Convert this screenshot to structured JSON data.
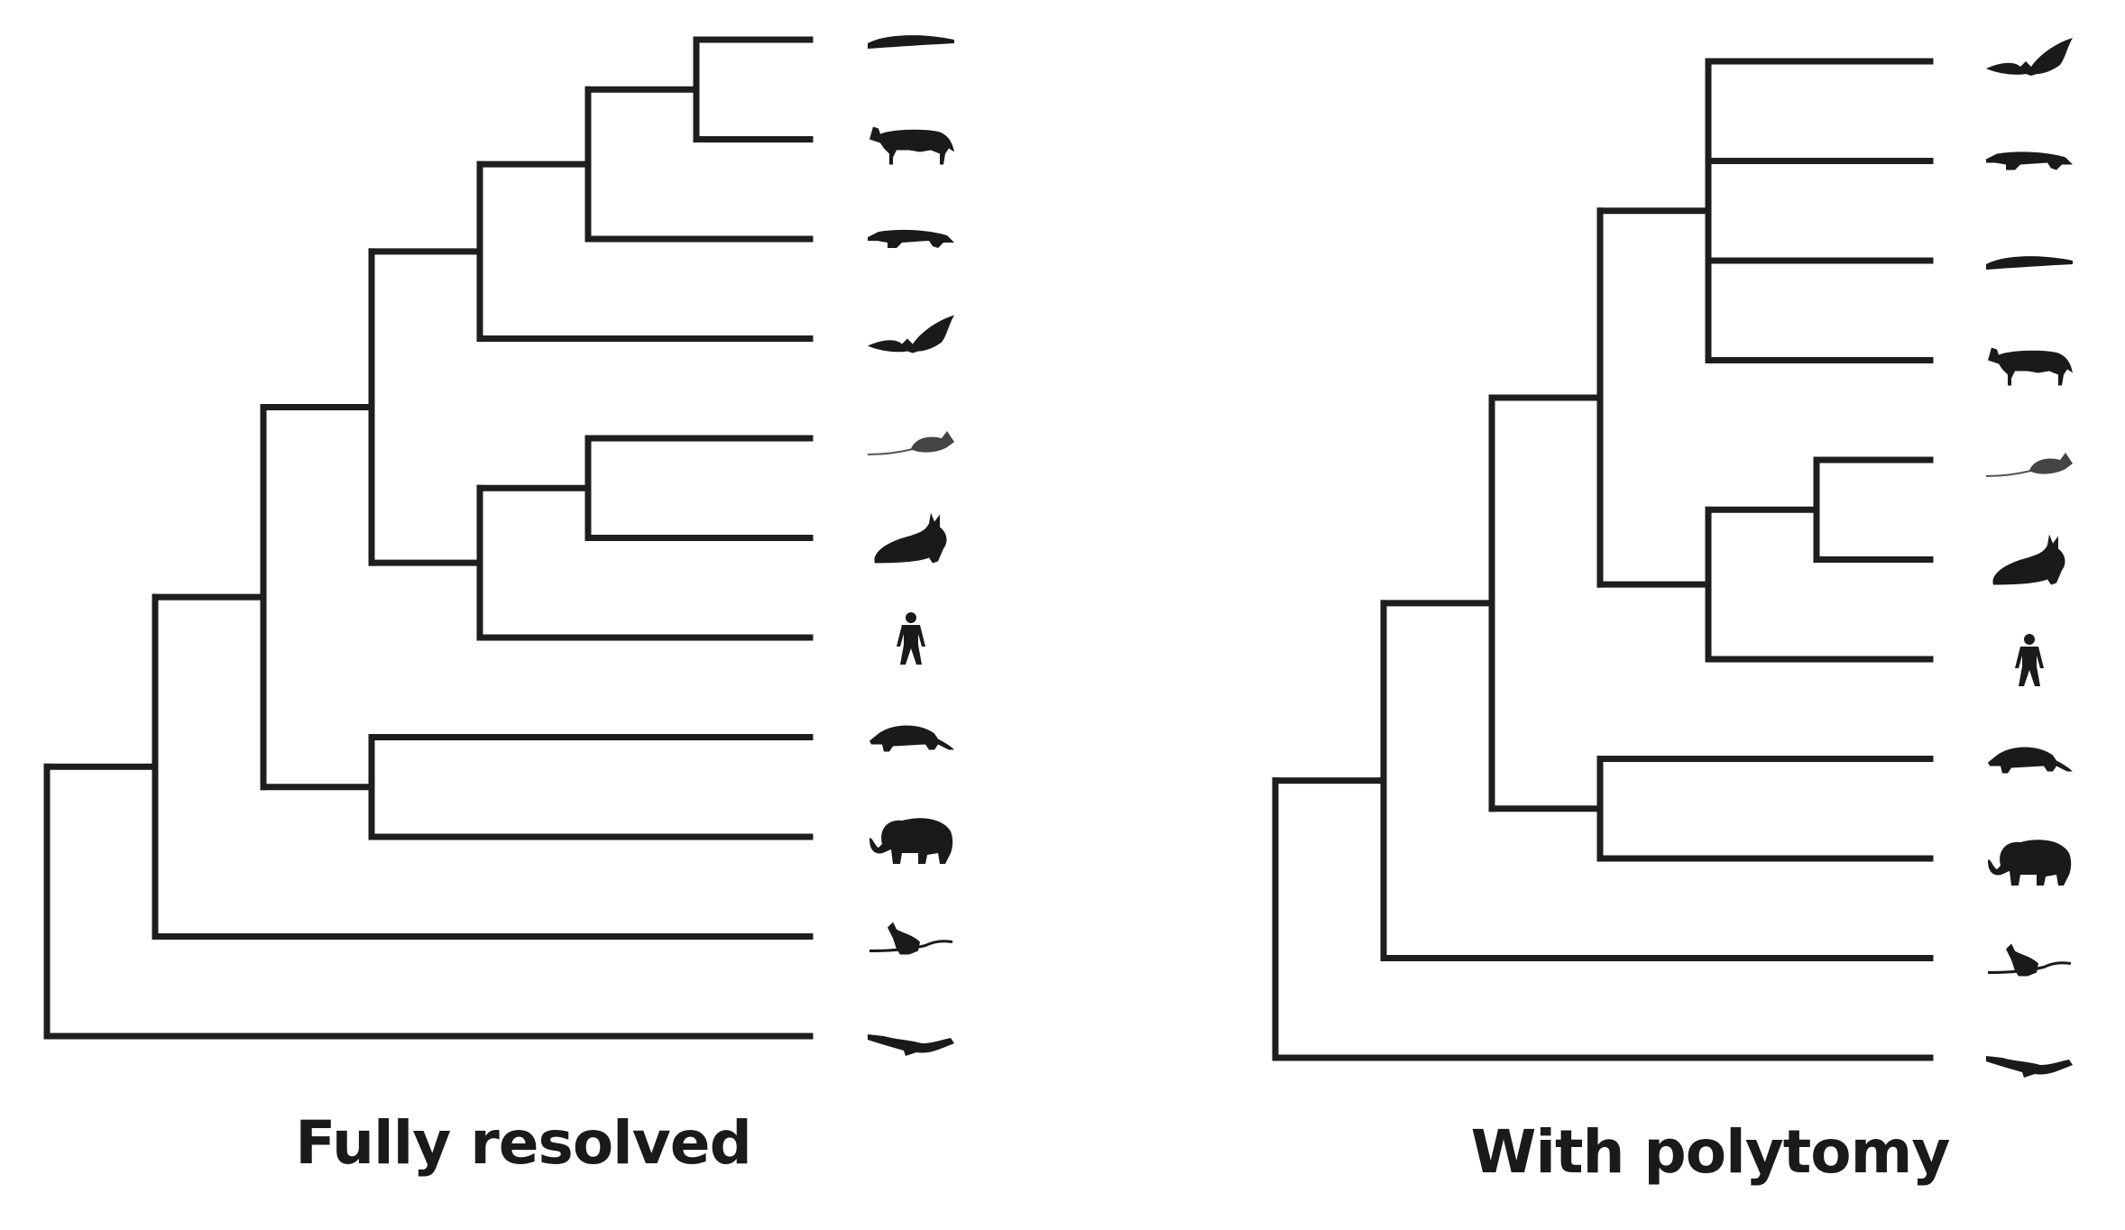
{
  "colors": {
    "branch": "#1e1e1e",
    "silhouette": "#1a1a1a",
    "background": "#ffffff"
  },
  "trees": [
    {
      "caption": "Fully resolved",
      "tips": [
        "crocodile-icon",
        "horse-icon",
        "badger-icon",
        "bat-icon",
        "mouse-icon",
        "rabbit-icon",
        "human-icon",
        "armadillo-icon",
        "elephant-icon",
        "kangaroo-icon",
        "platypus-icon"
      ],
      "newick": "((((((crocodile,horse),badger),bat),((mouse,rabbit),human)),(armadillo,elephant)),kangaroo),platypus"
    },
    {
      "caption": "With polytomy",
      "tips": [
        "bat-icon",
        "badger-icon",
        "crocodile-icon",
        "horse-icon",
        "mouse-icon",
        "rabbit-icon",
        "human-icon",
        "armadillo-icon",
        "elephant-icon",
        "kangaroo-icon",
        "platypus-icon"
      ],
      "newick": "((((bat,badger,crocodile,horse),((mouse,rabbit),human)),(armadillo,elephant)),kangaroo),platypus"
    }
  ]
}
